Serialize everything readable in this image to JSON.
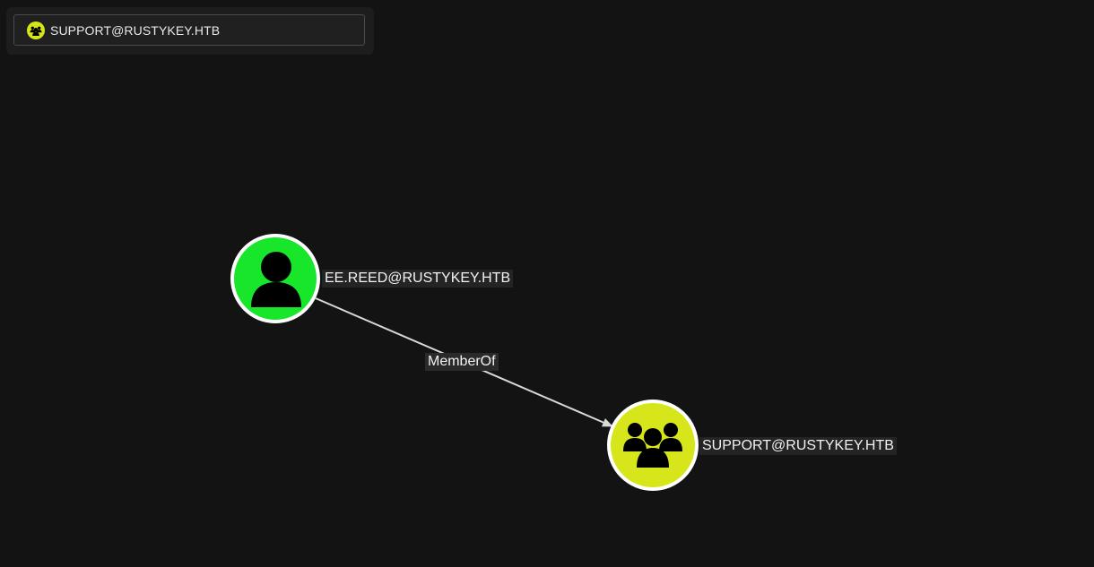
{
  "search": {
    "value": "SUPPORT@RUSTYKEY.HTB",
    "icon": "group-icon",
    "icon_color": "#d7e61a"
  },
  "graph": {
    "nodes": [
      {
        "id": "user",
        "label": "EE.REED@RUSTYKEY.HTB",
        "kind": "user",
        "icon": "user-icon",
        "color": "#17e62a"
      },
      {
        "id": "group",
        "label": "SUPPORT@RUSTYKEY.HTB",
        "kind": "group",
        "icon": "group-icon",
        "color": "#d7e61a"
      }
    ],
    "edges": [
      {
        "from": "user",
        "to": "group",
        "label": "MemberOf"
      }
    ]
  },
  "colors": {
    "background": "#131313",
    "edge": "#d8d8d8",
    "node_border": "#ffffff"
  }
}
